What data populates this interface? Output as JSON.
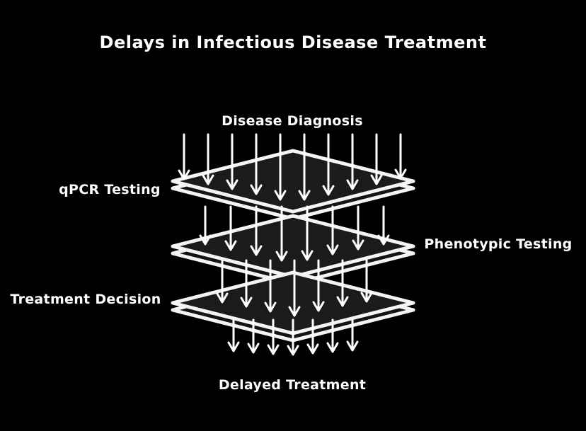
{
  "title": "Delays in Infectious Disease Treatment",
  "labels": {
    "top": "Disease Diagnosis",
    "left_upper": "qPCR Testing",
    "right_middle": "Phenotypic Testing",
    "left_lower": "Treatment Decision",
    "bottom": "Delayed Treatment"
  },
  "colors": {
    "background": "#000000",
    "stroke": "#ffffff",
    "plate_fill": "#1b1b1b"
  }
}
